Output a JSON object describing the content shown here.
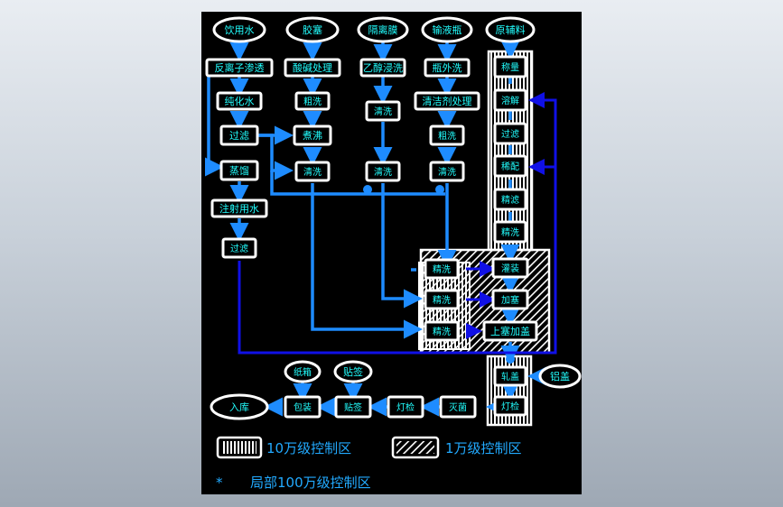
{
  "colors": {
    "flow": "#1e8cff",
    "return": "#1010e6",
    "node_text": "#22ffff",
    "legend_text": "#22aaff",
    "box": "#ffffff"
  },
  "nodes": {
    "water": "饮用水",
    "plug": "胶塞",
    "film": "隔离膜",
    "bottle": "输液瓶",
    "raw": "原辅料",
    "ro": "反离子渗透",
    "acid_alkali": "酸碱处理",
    "ethanol_wash": "乙醇浸洗",
    "outer_wash": "瓶外洗",
    "purified_water": "纯化水",
    "rough_wash_plug": "粗洗",
    "clean_wash_film": "清洗",
    "detergent": "清洁剂处理",
    "filter1": "过滤",
    "boil": "煮沸",
    "rough_wash_bottle": "粗洗",
    "distill": "蒸馏",
    "clean_wash_plug": "清洗",
    "clean_wash_film2": "清洗",
    "clean_wash_bottle": "清洗",
    "wfi": "注射用水",
    "filter2": "过滤",
    "weigh": "称量",
    "dissolve": "溶解",
    "filter_raw": "过滤",
    "dilute": "稀配",
    "fine_filter": "精滤",
    "fine_wash": "精洗",
    "rinse_a": "精洗",
    "rinse_b": "精洗",
    "rinse_c": "精洗",
    "fill_plug_a": "灌装",
    "fill_plug_b": "加塞",
    "fill_plug_c": "上塞加盖",
    "crimp": "轧盖",
    "cap": "铝盖",
    "inspect_a": "灯检",
    "carton": "纸箱",
    "label_in": "贴签",
    "storage": "入库",
    "pack": "包装",
    "label": "贴签",
    "lamp_check": "灯检",
    "sterilize": "灭菌"
  },
  "legend": {
    "class_100k": "10万级控制区",
    "class_10k": "1万级控制区",
    "star": "*",
    "class_1m": "局部100万级控制区"
  }
}
